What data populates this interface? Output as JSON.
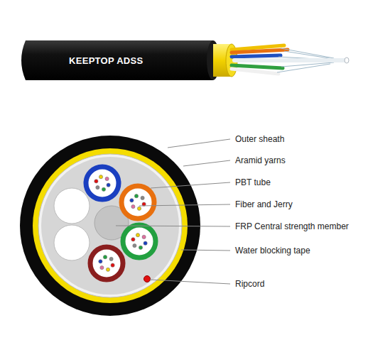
{
  "diagram": {
    "labels": [
      "KEEPTOP ADSS",
      "Outer sheath",
      "Aramid yarns",
      "PBT tube",
      "Fiber and Jerry",
      "FRP Central strength member",
      "Water blocking tape",
      "Ripcord"
    ]
  }
}
